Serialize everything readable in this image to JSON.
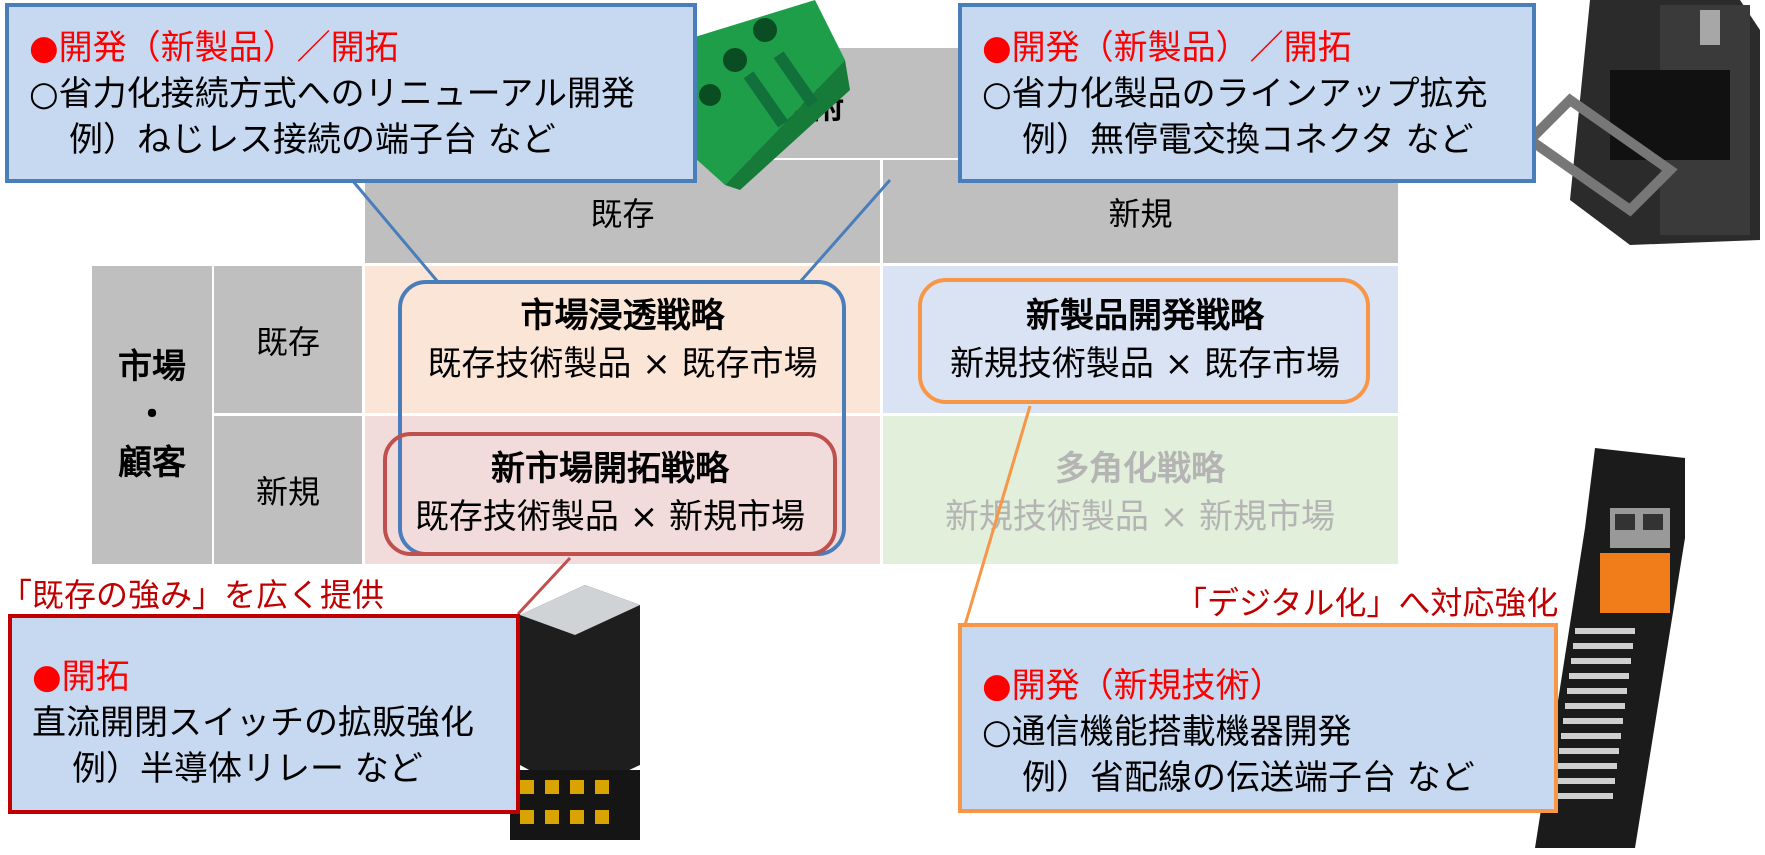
{
  "matrix": {
    "axis_top": "技術",
    "axis_left": "市場\n・\n顧客",
    "col_existing": "既存",
    "col_new": "新規",
    "row_existing": "既存",
    "row_new": "新規",
    "penetration": {
      "title": "市場浸透戦略",
      "sub": "既存技術製品 × 既存市場"
    },
    "product_dev": {
      "title": "新製品開発戦略",
      "sub": "新規技術製品 × 既存市場"
    },
    "market_dev": {
      "title": "新市場開拓戦略",
      "sub": "既存技術製品 × 新規市場"
    },
    "diversification": {
      "title": "多角化戦略",
      "sub": "新規技術製品 × 新規市場"
    }
  },
  "callouts": {
    "top_left": {
      "heading": "●開発（新製品）／開拓",
      "line1": "○省力化接続方式へのリニューアル開発",
      "line2": "例）ねじレス接続の端子台 など"
    },
    "top_right": {
      "heading": "●開発（新製品）／開拓",
      "line1": "○省力化製品のラインアップ拡充",
      "line2": "例）無停電交換コネクタ など"
    },
    "bottom_left": {
      "caption": "「既存の強み」を広く提供",
      "heading": "●開拓",
      "line1": "直流開閉スイッチの拡販強化",
      "line2": "例）半導体リレー など"
    },
    "bottom_right": {
      "caption": "「デジタル化」へ対応強化",
      "heading": "●開発（新規技術）",
      "line1": "○通信機能搭載機器開発",
      "line2": "例）省配線の伝送端子台 など"
    }
  },
  "colors": {
    "blue_outline": "#4a7ebb",
    "red_outline": "#c0504d",
    "orange_outline": "#f79646",
    "callout_fill": "#c6d9f1",
    "emphasis_red": "#ff0000"
  },
  "product_images": [
    "green-terminal-block-image",
    "uninterruptible-connector-image",
    "semiconductor-relay-image",
    "transmission-terminal-block-image"
  ]
}
